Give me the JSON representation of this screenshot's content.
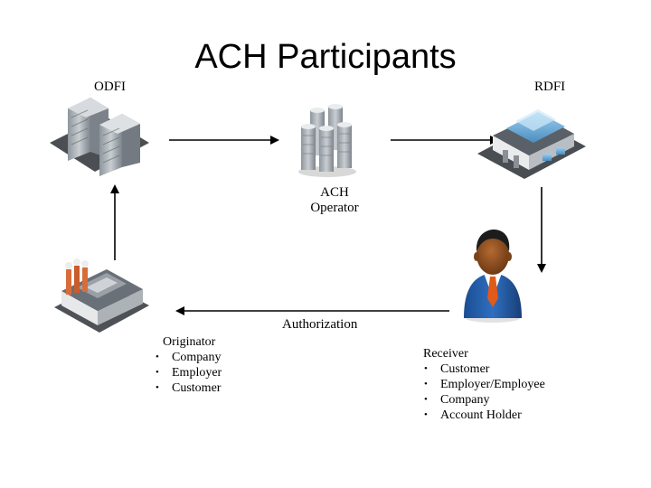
{
  "title": "ACH Participants",
  "odfi_label": "ODFI",
  "rdfi_label": "RDFI",
  "operator": {
    "line1": "ACH",
    "line2": "Operator"
  },
  "authorization_label": "Authorization",
  "originator": {
    "heading": "Originator",
    "items": [
      "Company",
      "Employer",
      "Customer"
    ]
  },
  "receiver": {
    "heading": "Receiver",
    "items": [
      "Customer",
      "Employer/Employee",
      "Company",
      "Account Holder"
    ]
  },
  "icons": {
    "odfi": "office-buildings-icon",
    "operator": "server-cluster-icon",
    "rdfi": "bank-building-icon",
    "originator": "factory-icon",
    "receiver": "businessman-icon"
  },
  "colors": {
    "arrow": "#000000",
    "tie": "#e05a1a",
    "suit": "#1f5aa6"
  }
}
